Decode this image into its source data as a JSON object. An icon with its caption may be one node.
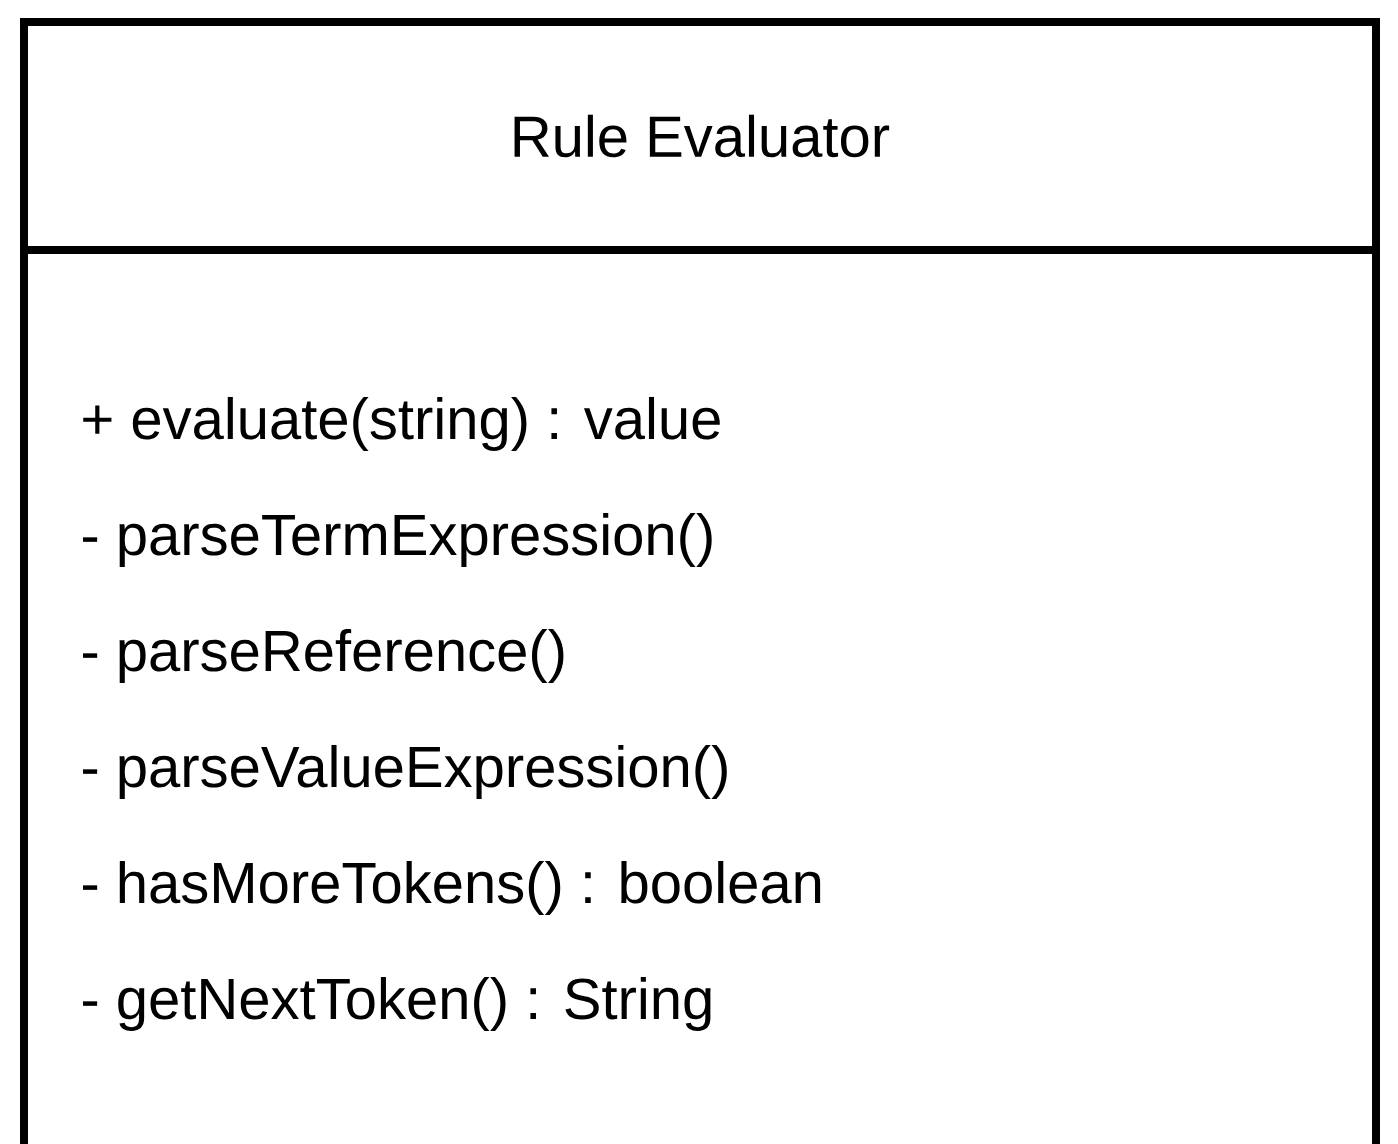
{
  "diagram": {
    "nodes": [
      {
        "text": [
          "Rule Evaluator",
          "+ evaluate(string) : value",
          "- parseTermExpression()",
          "- parseReference()",
          "- parseValueExpression()",
          "- hasMoreTokens() : boolean",
          "- getNextToken() : String"
        ]
      }
    ]
  }
}
